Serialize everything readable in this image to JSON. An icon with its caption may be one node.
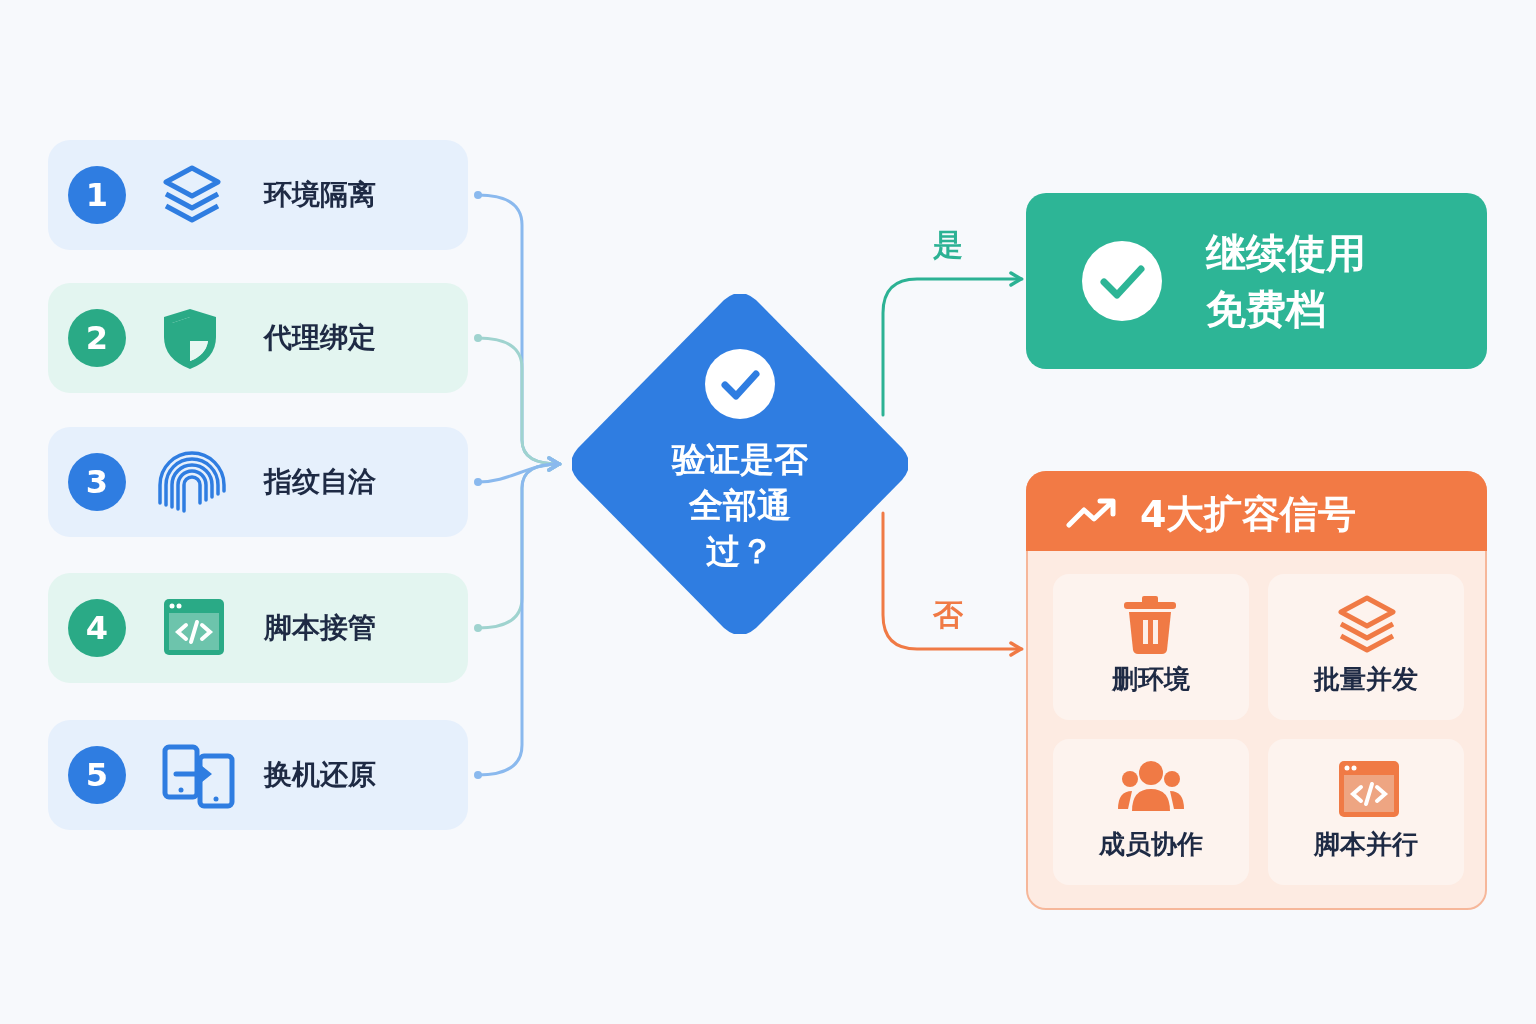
{
  "diagram": {
    "nodes": [
      {
        "text": [
          "1",
          "环境隔离"
        ]
      },
      {
        "text": [
          "2",
          "代理绑定"
        ]
      },
      {
        "text": [
          "3",
          "指纹自洽"
        ]
      },
      {
        "text": [
          "4",
          "脚本接管"
        ]
      },
      {
        "text": [
          "5",
          "换机还原"
        ]
      },
      {
        "text": [
          "验证是否全部通过？"
        ]
      },
      {
        "text": [
          "继续使用免费档"
        ]
      },
      {
        "text": [
          "4大扩容信号"
        ]
      },
      {
        "text": [
          "删环境"
        ],
        "in": 7
      },
      {
        "text": [
          "批量并发"
        ],
        "in": 7
      },
      {
        "text": [
          "成员协作"
        ],
        "in": 7
      },
      {
        "text": [
          "脚本并行"
        ],
        "in": 7
      }
    ],
    "edges": [
      {
        "from": 0,
        "to": 5,
        "arrow": "to",
        "color": "#8ab9ee"
      },
      {
        "from": 1,
        "to": 5,
        "arrow": "to",
        "color": "#9fd3cf"
      },
      {
        "from": 2,
        "to": 5,
        "arrow": "to",
        "color": "#8ab9ee"
      },
      {
        "from": 3,
        "to": 5,
        "arrow": "to",
        "color": "#9fd3cf"
      },
      {
        "from": 4,
        "to": 5,
        "arrow": "to",
        "color": "#8ab9ee"
      },
      {
        "from": 5,
        "to": 6,
        "arrow": "to",
        "label": "是",
        "color": "#2cb294"
      },
      {
        "from": 5,
        "to": 7,
        "arrow": "to",
        "label": "否",
        "color": "#f07a45"
      }
    ]
  }
}
